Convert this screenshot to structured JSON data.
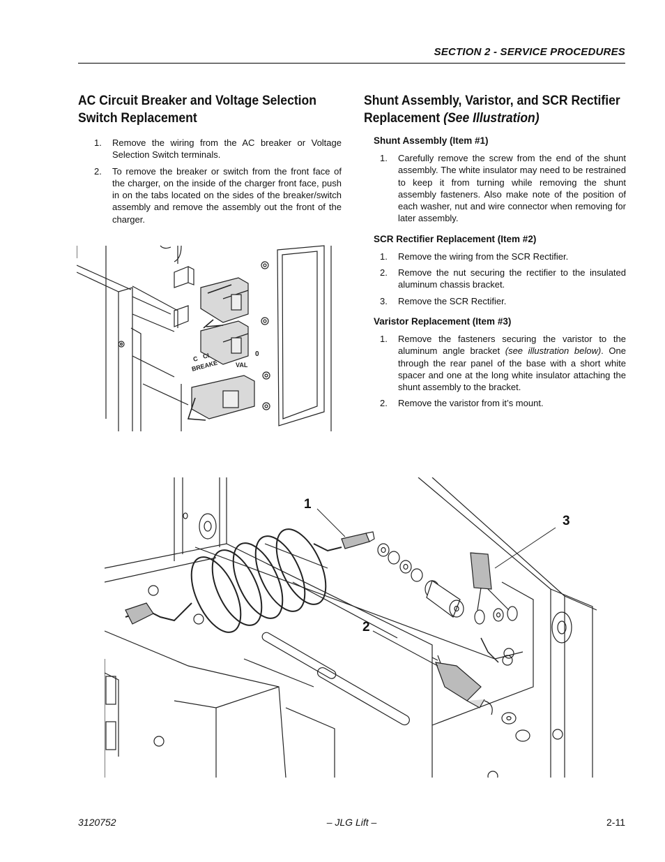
{
  "header": {
    "section": "SECTION 2 - SERVICE PROCEDURES"
  },
  "left": {
    "title": "AC Circuit Breaker and Voltage Selection Switch Replacement",
    "steps": [
      {
        "num": "1.",
        "text": "Remove the wiring from the AC breaker or Voltage Selection Switch terminals."
      },
      {
        "num": "2.",
        "text": "To remove the breaker or switch from the front face of the charger, on the inside of the charger front face, push in on the tabs located on the sides of the breaker/switch assembly and remove the assembly out the front of the charger."
      }
    ]
  },
  "right": {
    "title_plain": "Shunt Assembly, Varistor, and SCR Rectifier Replacement ",
    "title_italic": "(See Illustration)",
    "sections": [
      {
        "heading": "Shunt Assembly (Item #1)",
        "steps": [
          {
            "num": "1.",
            "text": "Carefully remove the screw from the end of the shunt assembly. The white insulator may need to be restrained to keep it from turning while removing the shunt assembly fasteners. Also make note of the position of each washer, nut and wire connector when removing for later assembly."
          }
        ]
      },
      {
        "heading": "SCR Rectifier Replacement (Item #2)",
        "steps": [
          {
            "num": "1.",
            "text": "Remove the wiring from the SCR Rectifier."
          },
          {
            "num": "2.",
            "text": "Remove the nut securing the rectifier to the insulated aluminum chassis bracket."
          },
          {
            "num": "3.",
            "text": "Remove the SCR Rectifier."
          }
        ]
      },
      {
        "heading": "Varistor Replacement (Item #3)",
        "steps": [
          {
            "num": "1.",
            "text_before": "Remove the fasteners securing the varistor to the aluminum angle bracket ",
            "text_italic": "(see illustration below)",
            "text_after": ". One through the rear panel of the base with a short white spacer and one at the long white insulator attaching the shunt assembly to the bracket."
          },
          {
            "num": "2.",
            "text": "Remove the varistor from it’s mount."
          }
        ]
      }
    ]
  },
  "illustration1": {
    "labels": [
      "C",
      "CI",
      "BREAKE",
      "VAL",
      "0"
    ]
  },
  "illustration2": {
    "callouts": [
      "1",
      "2",
      "3"
    ]
  },
  "footer": {
    "doc_number": "3120752",
    "center": "– JLG Lift –",
    "page": "2-11"
  }
}
